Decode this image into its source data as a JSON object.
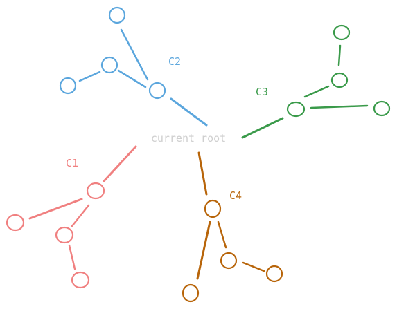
{
  "root_label": "current root",
  "colors": {
    "root": "#cfcfcf",
    "c1": "#f08080",
    "c2": "#5ba6dd",
    "c3": "#3a9a4a",
    "c4": "#b8650a"
  },
  "clusters": {
    "c1": {
      "label": "C1",
      "node_count": 4
    },
    "c2": {
      "label": "C2",
      "node_count": 4
    },
    "c3": {
      "label": "C3",
      "node_count": 4
    },
    "c4": {
      "label": "C4",
      "node_count": 4
    }
  }
}
